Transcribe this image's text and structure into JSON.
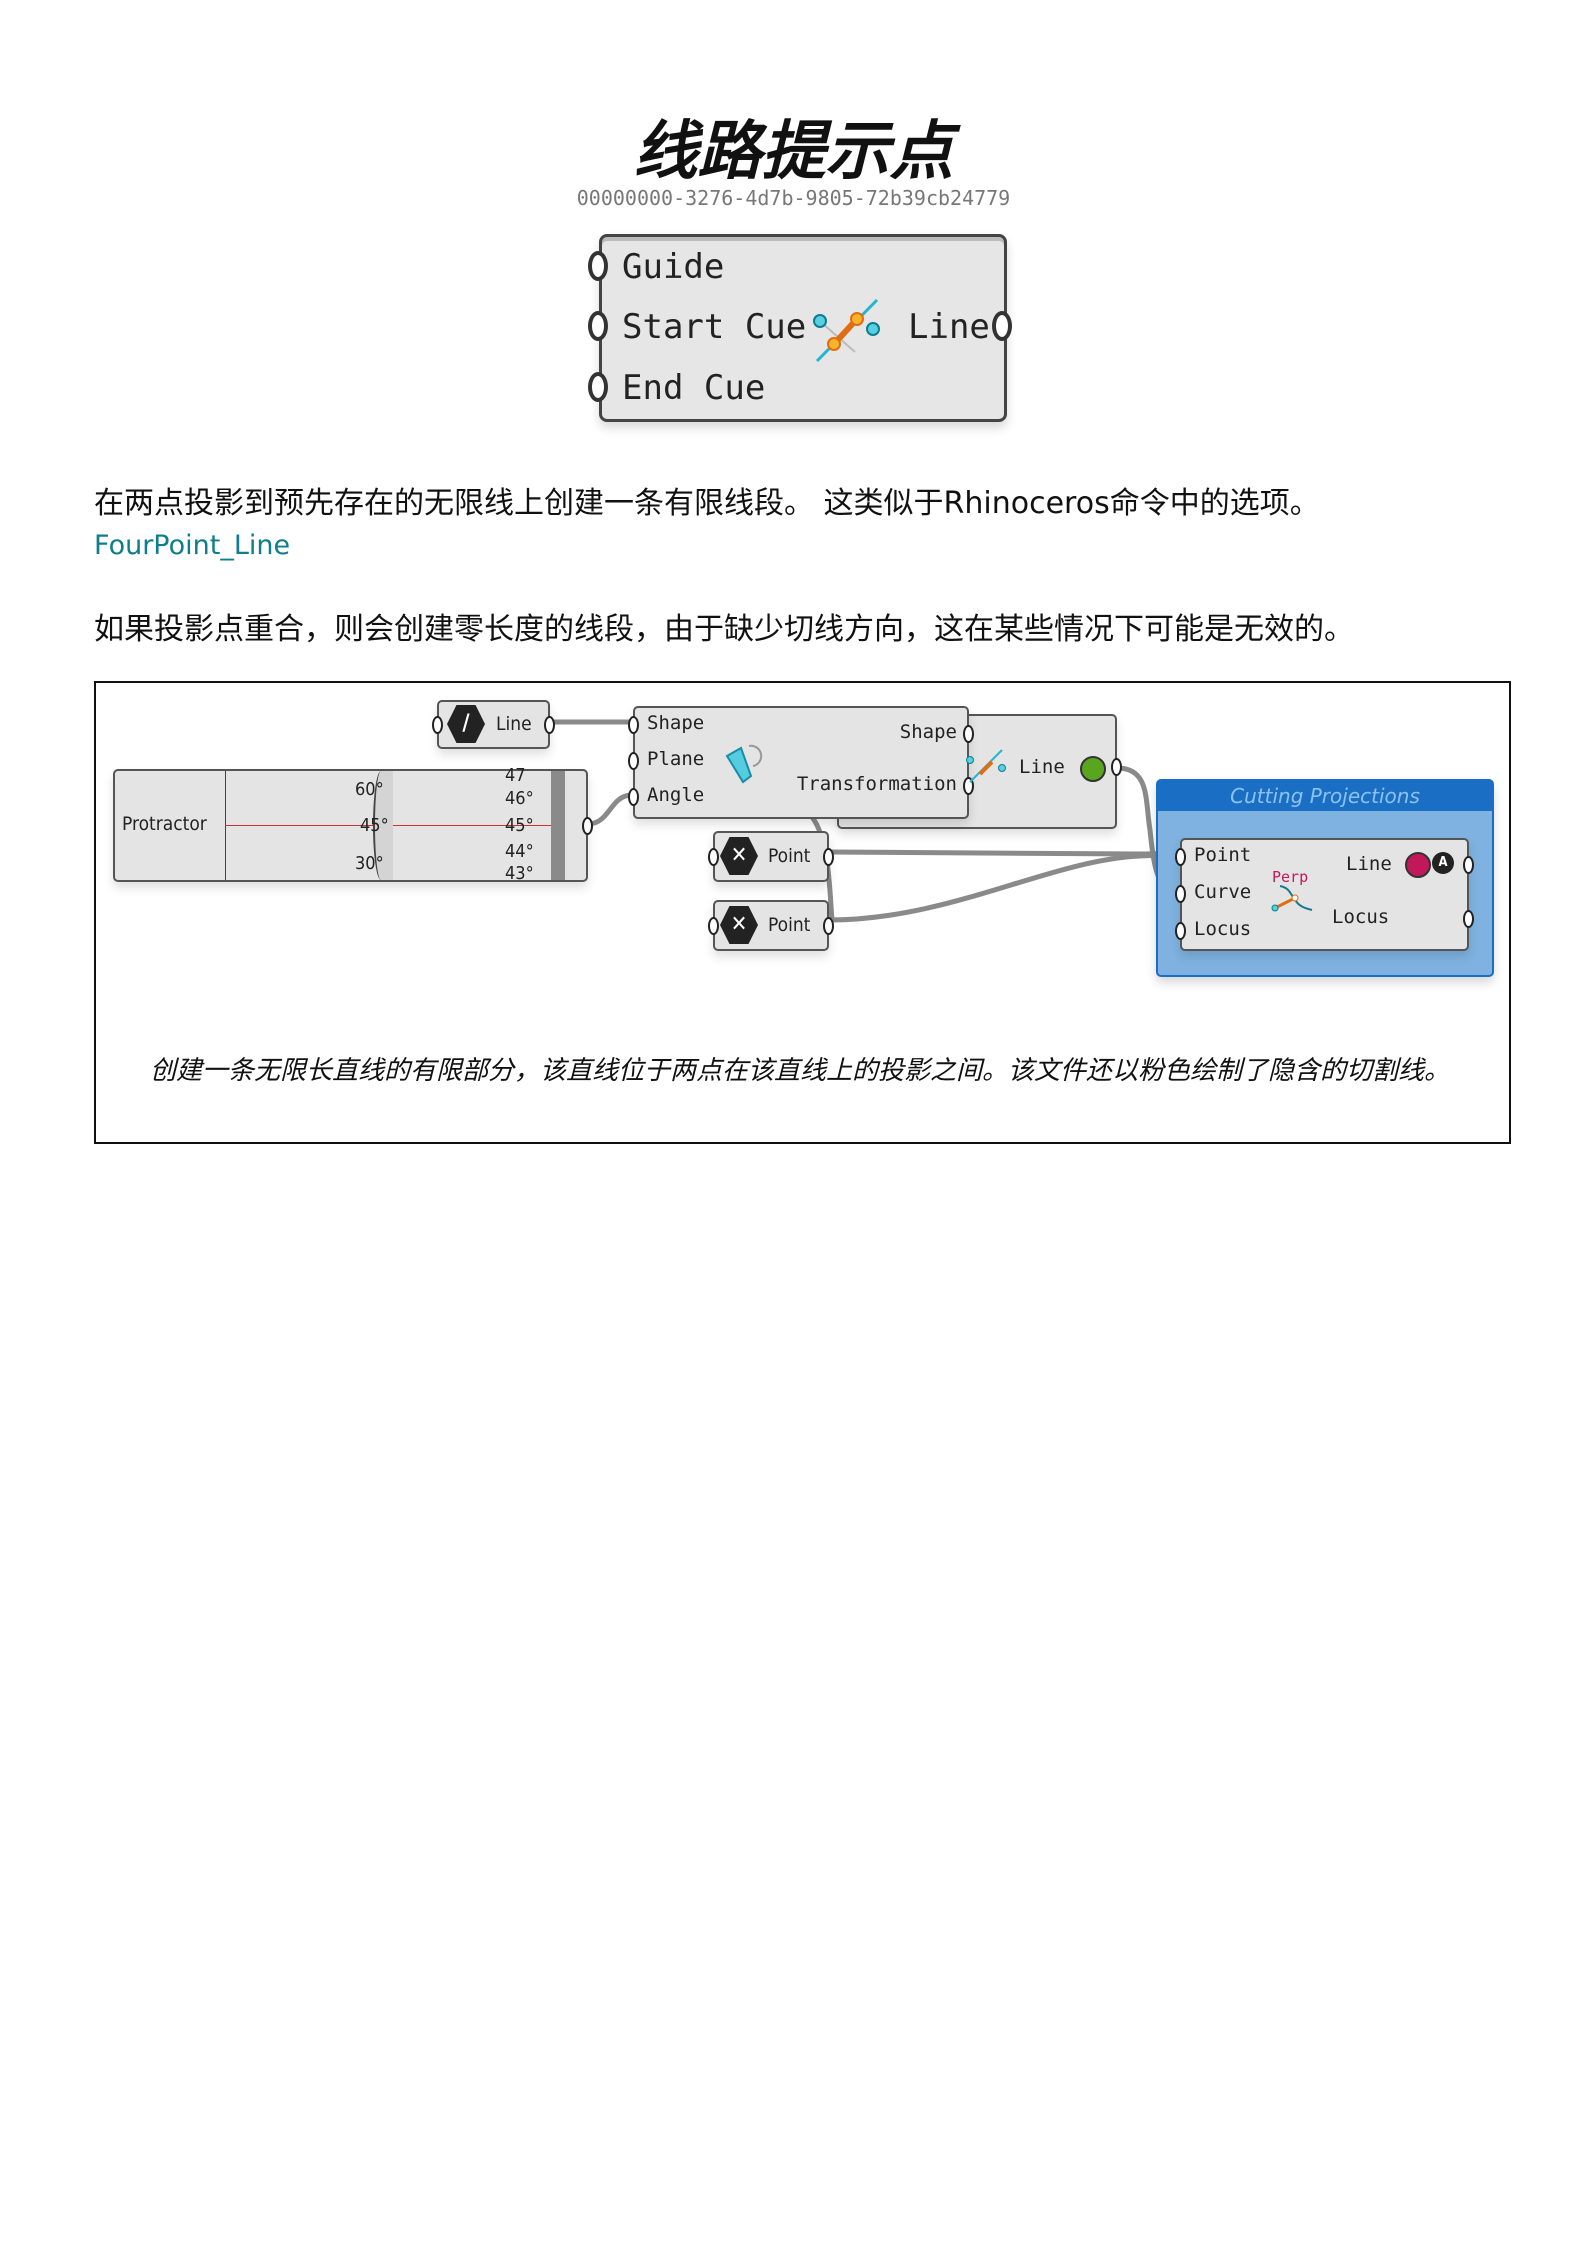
{
  "title": "线路提示点",
  "guid": "00000000-3276-4d7b-9805-72b39cb24779",
  "component": {
    "inputs": [
      "Guide",
      "Start Cue",
      "End Cue"
    ],
    "output": "Line",
    "icon": "line-cue-icon"
  },
  "description": "在两点投影到预先存在的无限线上创建一条有限线段。 这类似于Rhinoceros命令中的选项。",
  "link": "FourPoint_Line",
  "note": "如果投影点重合，则会创建零长度的线段，由于缺少切线方向，这在某些情况下可能是无效的。",
  "figure": {
    "line_param": "Line",
    "protractor": {
      "label": "Protractor",
      "left_ticks": [
        "60°",
        "45°",
        "30°"
      ],
      "right_ticks": [
        "47",
        "46°",
        "45°",
        "44°",
        "43°"
      ]
    },
    "transform": {
      "inputs": [
        "Shape",
        "Plane",
        "Angle"
      ],
      "outputs": [
        "Shape",
        "Transformation"
      ]
    },
    "line_out": "Line",
    "points": [
      "Point",
      "Point"
    ],
    "group": {
      "title": "Cutting Projections",
      "inputs": [
        "Point",
        "Curve",
        "Locus"
      ],
      "outputs": [
        "Line",
        "Locus"
      ],
      "icon_label": "Perp"
    },
    "caption": "创建一条无限长直线的有限部分，该直线位于两点在该直线上的投影之间。该文件还以粉色绘制了隐含的切割线。"
  },
  "colors": {
    "link": "#0f7d8c",
    "group_header": "#1a6fc4",
    "group_body": "#7fb2e0",
    "green": "#5aa51e",
    "pink": "#c2185b"
  }
}
